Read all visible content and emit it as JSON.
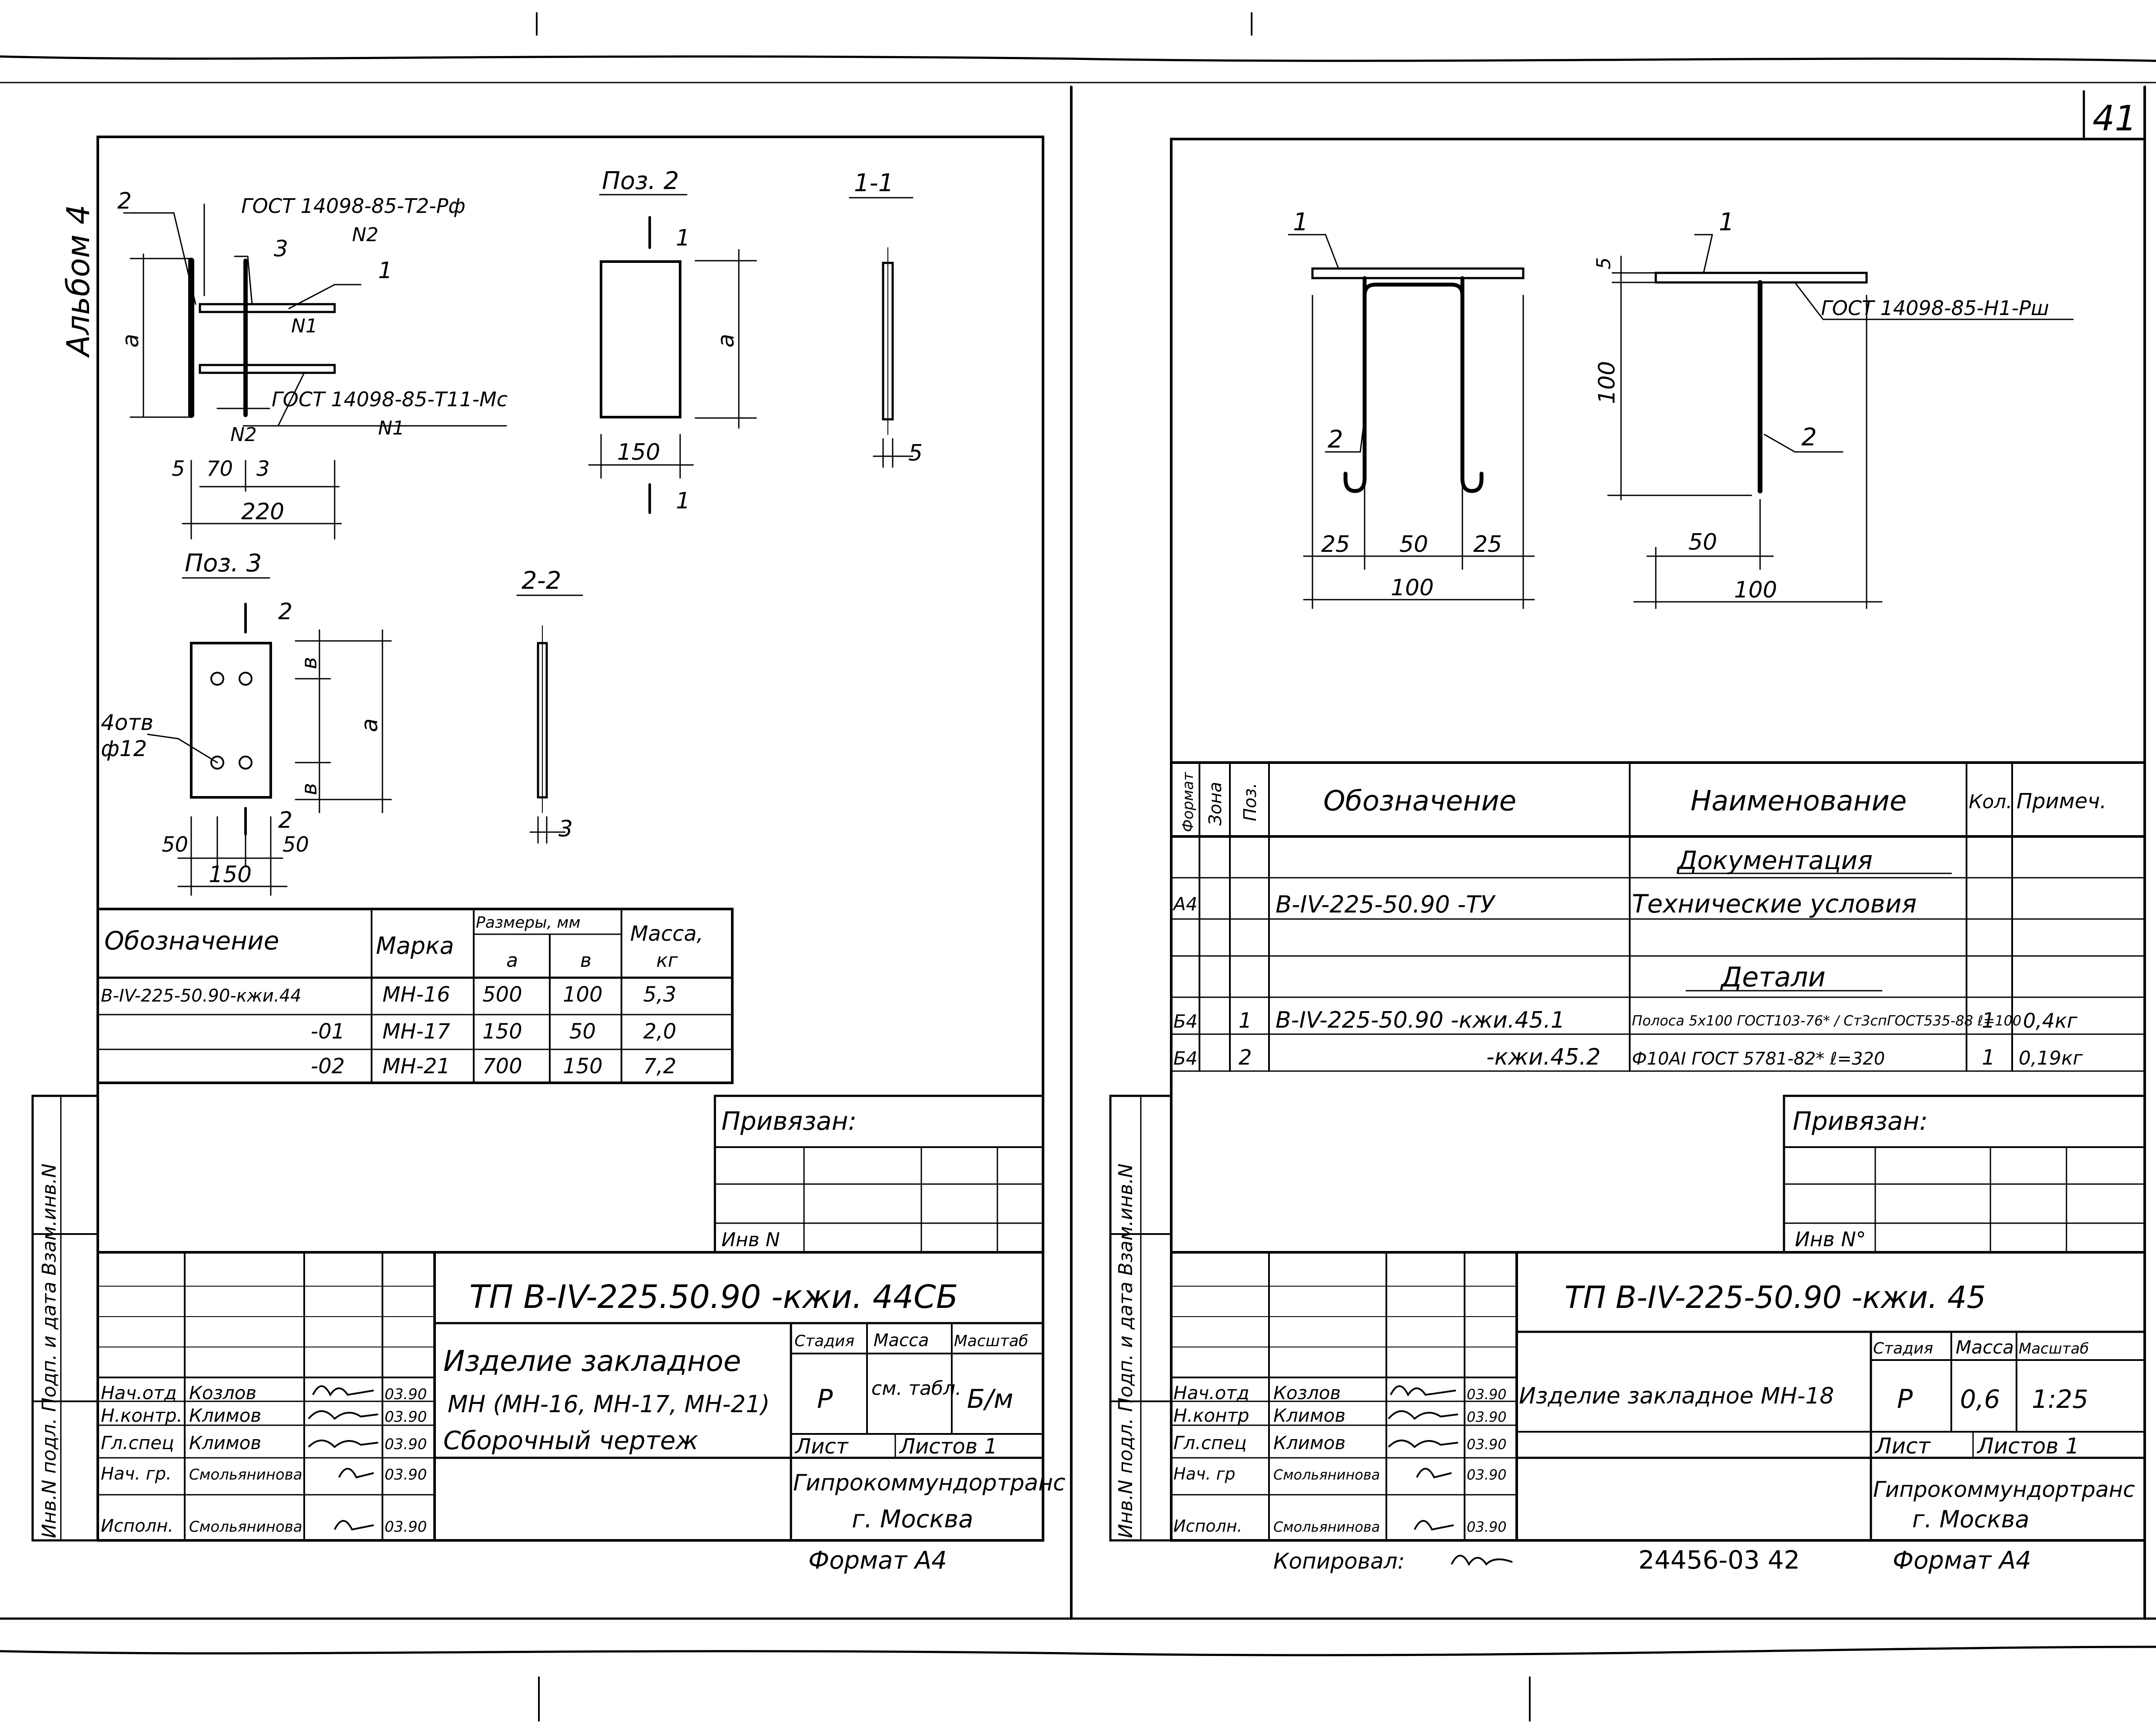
{
  "page_number": "41",
  "left_sheet": {
    "album": "Альбом 4",
    "pos1_callouts": {
      "c2": "2",
      "c3": "3",
      "c1": "1",
      "weld_top": "ГОСТ 14098-85-Т2-Рф",
      "weld_top_sub": "N2",
      "weld_n1": "N1",
      "weld_bottom": "ГОСТ 14098-85-Т11-Мс",
      "weld_bottom_sub": "N1",
      "n2": "N2",
      "dim_a": "a",
      "dims": [
        "5",
        "70",
        "3",
        "220"
      ]
    },
    "pos2": {
      "title": "Поз. 2",
      "cut": "1",
      "dim_a": "a",
      "width": "150"
    },
    "section11": {
      "title": "1-1",
      "thickness": "5"
    },
    "pos3": {
      "title": "Поз. 3",
      "cut": "2",
      "holes": "4отв",
      "hole_dia": "ф12",
      "dim_b": "в",
      "dim_a": "a",
      "d50a": "50",
      "d50b": "50",
      "width": "150"
    },
    "section22": {
      "title": "2-2",
      "thickness": "3"
    },
    "table": {
      "headers": {
        "designation": "Обозначение",
        "mark": "Марка",
        "sizes": "Размеры, мм",
        "a": "а",
        "b": "в",
        "mass": "Масса,",
        "mass_unit": "кг"
      },
      "rows": [
        {
          "designation": "В-IV-225-50.90-кжи.44",
          "mark": "МН-16",
          "a": "500",
          "b": "100",
          "mass": "5,3"
        },
        {
          "designation": "-01",
          "mark": "МН-17",
          "a": "150",
          "b": "50",
          "mass": "2,0"
        },
        {
          "designation": "-02",
          "mark": "МН-21",
          "a": "700",
          "b": "150",
          "mass": "7,2"
        }
      ]
    },
    "stamp": {
      "privyazan": "Привязан:",
      "inv": "Инв N",
      "side": "Инв.N подл.  Подп. и дата  Взам.инв.N",
      "code": "ТП   В-IV-225.50.90   -кжи. 44СБ",
      "title1": "Изделие закладное",
      "title2": "МН (МН-16, МН-17, МН-21)",
      "title3": "Сборочный чертеж",
      "stage_h": "Стадия",
      "mass_h": "Масса",
      "scale_h": "Масштаб",
      "stage": "Р",
      "mass": "см. табл.",
      "scale": "Б/м",
      "sheet": "Лист",
      "sheets": "Листов 1",
      "org": "Гипрокоммундортранс",
      "city": "г. Москва",
      "format": "Формат А4",
      "people": [
        {
          "role": "Нач.отд",
          "name": "Козлов",
          "date": "03.90"
        },
        {
          "role": "Н.контр.",
          "name": "Климов",
          "date": "03.90"
        },
        {
          "role": "Гл.спец",
          "name": "Климов",
          "date": "03.90"
        },
        {
          "role": "Нач. гр.",
          "name": "Смольянинова",
          "date": "03.90"
        },
        {
          "role": "Исполн.",
          "name": "Смольянинова",
          "date": "03.90"
        }
      ]
    }
  },
  "right_sheet": {
    "drawing": {
      "c1a": "1",
      "c2a": "2",
      "d25a": "25",
      "d50a": "50",
      "d25b": "25",
      "d100a": "100",
      "c1b": "1",
      "d5": "5",
      "weld": "ГОСТ 14098-85-Н1-Рш",
      "d100v": "100",
      "c2b": "2",
      "d50b": "50",
      "d100b": "100"
    },
    "spec": {
      "headers": {
        "format": "Формат",
        "zone": "Зона",
        "pos": "Поз.",
        "designation": "Обозначение",
        "name": "Наименование",
        "qty": "Кол.",
        "note": "Примеч."
      },
      "section_docs": "Документация",
      "row_docs": {
        "format": "А4",
        "designation": "В-IV-225-50.90      -ТУ",
        "name": "Технические условия"
      },
      "section_parts": "Детали",
      "rows": [
        {
          "format": "Б4",
          "pos": "1",
          "designation": "В-IV-225-50.90 -кжи.45.1",
          "name": "Полоса 5х100 ГОСТ103-76* / Ст3спГОСТ535-88  ℓ=100",
          "qty": "1",
          "note": "0,4кг"
        },
        {
          "format": "Б4",
          "pos": "2",
          "designation": "-кжи.45.2",
          "name": "Ф10АI ГОСТ 5781-82*  ℓ=320",
          "qty": "1",
          "note": "0,19кг"
        }
      ]
    },
    "stamp": {
      "privyazan": "Привязан:",
      "inv": "Инв N°",
      "side": "Инв.N подл.  Подп. и дата  Взам.инв.N",
      "code": "ТП  В-IV-225-50.90     -кжи. 45",
      "title": "Изделие закладное МН-18",
      "stage_h": "Стадия",
      "mass_h": "Масса",
      "scale_h": "Масштаб",
      "stage": "Р",
      "mass": "0,6",
      "scale": "1:25",
      "sheet": "Лист",
      "sheets": "Листов 1",
      "org": "Гипрокоммундортранс",
      "city": "г. Москва",
      "format": "Формат А4",
      "copied": "Копировал:",
      "people": [
        {
          "role": "Нач.отд",
          "name": "Козлов",
          "date": "03.90"
        },
        {
          "role": "Н.контр",
          "name": "Климов",
          "date": "03.90"
        },
        {
          "role": "Гл.спец",
          "name": "Климов",
          "date": "03.90"
        },
        {
          "role": "Нач. гр",
          "name": "Смольянинова",
          "date": "03.90"
        },
        {
          "role": "Исполн.",
          "name": "Смольянинова",
          "date": "03.90"
        }
      ]
    }
  },
  "footer_number": "24456-03   42"
}
